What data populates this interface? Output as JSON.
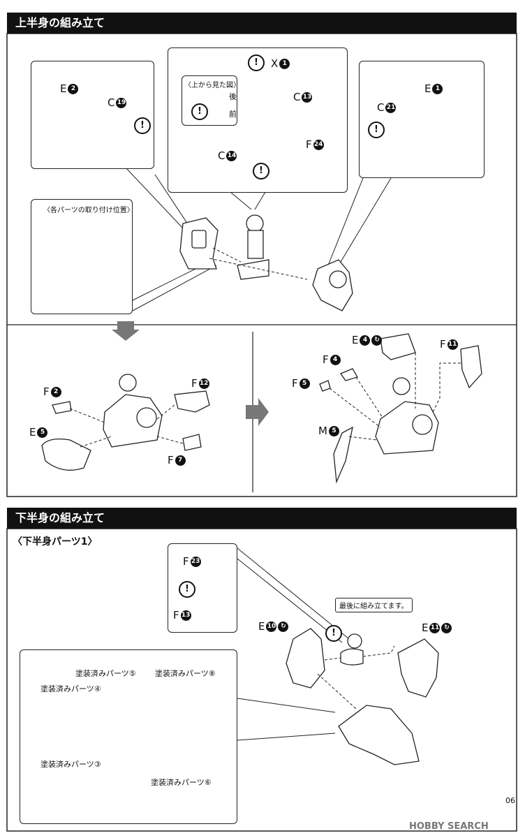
{
  "upper": {
    "title": "上半身の組み立て",
    "top_view_label": "〈上から見た図〉",
    "back_label": "後",
    "front_label": "前",
    "positions_label": "〈各パーツの取り付け位置〉",
    "labels": {
      "e2": "E",
      "e2n": "2",
      "c19": "C",
      "c19n": "19",
      "x1": "X",
      "x1n": "1",
      "c13": "C",
      "c13n": "13",
      "c14": "C",
      "c14n": "14",
      "f24": "F",
      "f24n": "24",
      "e1": "E",
      "e1n": "1",
      "c21": "C",
      "c21n": "21",
      "f2": "F",
      "f2n": "2",
      "f12": "F",
      "f12n": "12",
      "e5": "E",
      "e5n": "5",
      "f7": "F",
      "f7n": "7",
      "e4": "E",
      "e4n": "4",
      "f4": "F",
      "f4n": "4",
      "f11": "F",
      "f11n": "11",
      "f5": "F",
      "f5n": "5",
      "m5": "M",
      "m5n": "5"
    }
  },
  "lower": {
    "title": "下半身の組み立て",
    "subtitle": "〈下半身パーツ1〉",
    "last_note": "最後に組み立てます。",
    "labels": {
      "f23": "F",
      "f23n": "23",
      "f13": "F",
      "f13n": "13",
      "e10": "E",
      "e10n": "10",
      "e11": "E",
      "e11n": "11"
    },
    "painted": {
      "p5": "塗装済みパーツ⑤",
      "p8": "塗装済みパーツ⑧",
      "p4": "塗装済みパーツ④",
      "p3": "塗装済みパーツ③",
      "p6": "塗装済みパーツ⑥"
    }
  },
  "page_number": "06",
  "watermark": "HOBBY SEARCH",
  "warn_symbol": "!"
}
